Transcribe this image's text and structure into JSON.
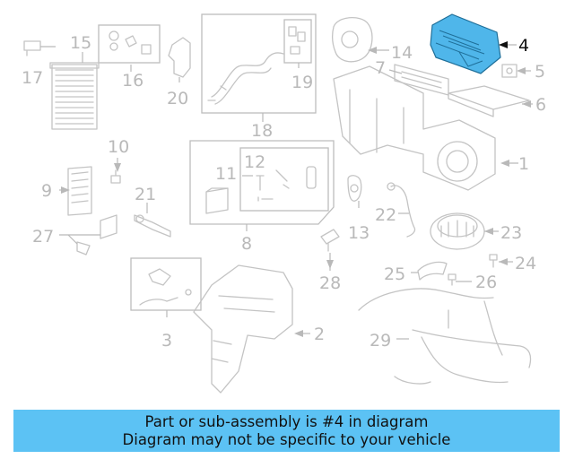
{
  "diagram": {
    "highlight_color": "#4fb6ea",
    "callouts": [
      "1",
      "2",
      "3",
      "4",
      "5",
      "6",
      "7",
      "8",
      "9",
      "10",
      "11",
      "12",
      "13",
      "14",
      "15",
      "16",
      "17",
      "18",
      "19",
      "20",
      "21",
      "22",
      "23",
      "24",
      "25",
      "26",
      "27",
      "28",
      "29"
    ],
    "highlighted_callout": "4"
  },
  "banner": {
    "line1": "Part or sub-assembly is #4 in diagram",
    "line2": "Diagram may not be specific to your vehicle",
    "background": "#5cc2f4"
  }
}
